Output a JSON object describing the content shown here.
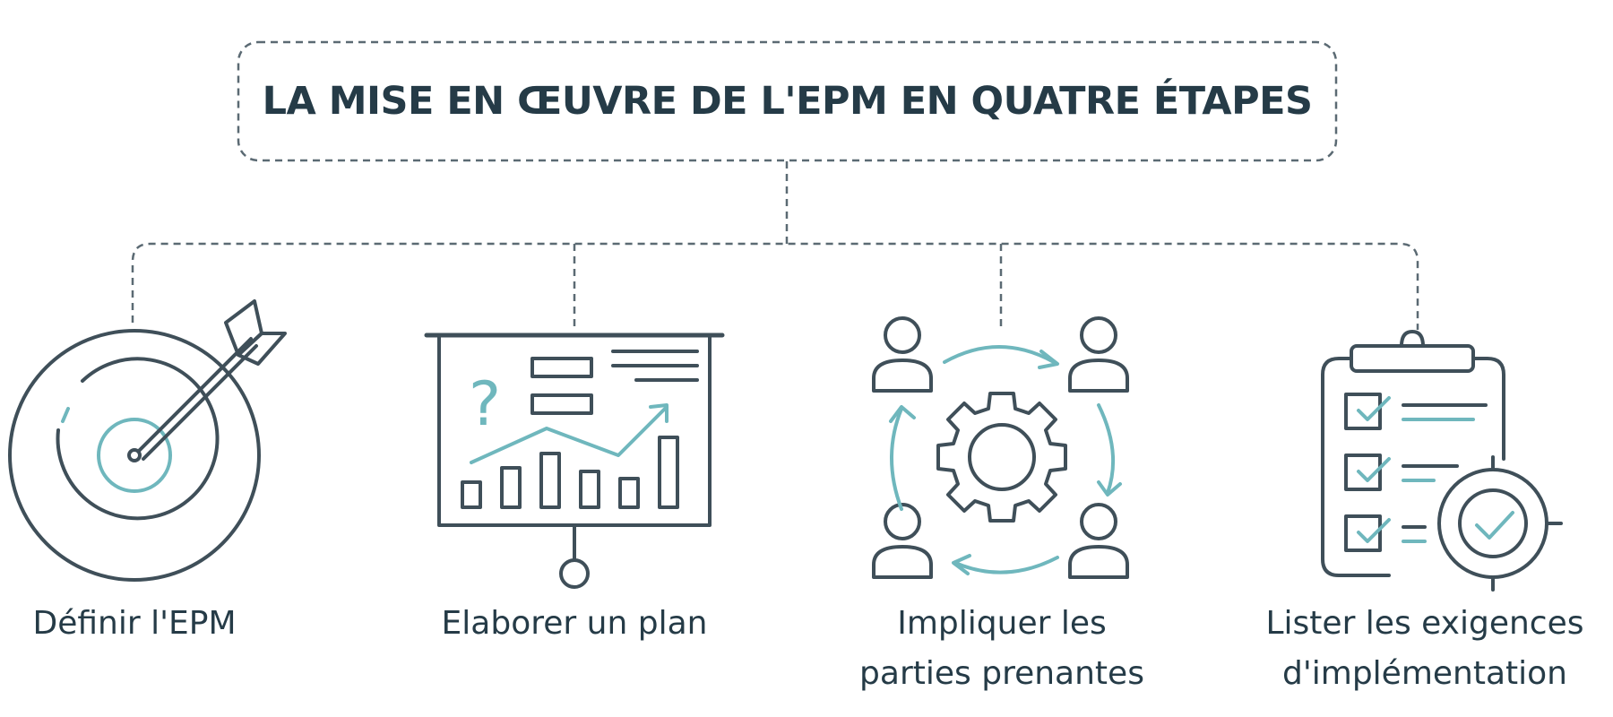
{
  "title": "LA MISE EN ŒUVRE DE L'EPM EN QUATRE ÉTAPES",
  "steps": [
    {
      "icon": "target-arrow-icon",
      "label_lines": [
        "Définir l'EPM"
      ]
    },
    {
      "icon": "presentation-board-icon",
      "label_lines": [
        "Elaborer un plan"
      ]
    },
    {
      "icon": "stakeholders-cycle-icon",
      "label_lines": [
        "Impliquer les",
        "parties prenantes"
      ]
    },
    {
      "icon": "clipboard-checklist-icon",
      "label_lines": [
        "Lister les exigences",
        "d'implémentation"
      ]
    }
  ],
  "presentation_icon": {
    "glyph": "?"
  },
  "colors": {
    "dark": "#3f4f59",
    "teal": "#6fb7bd",
    "text": "#253b47",
    "dash": "#5b6a73"
  }
}
